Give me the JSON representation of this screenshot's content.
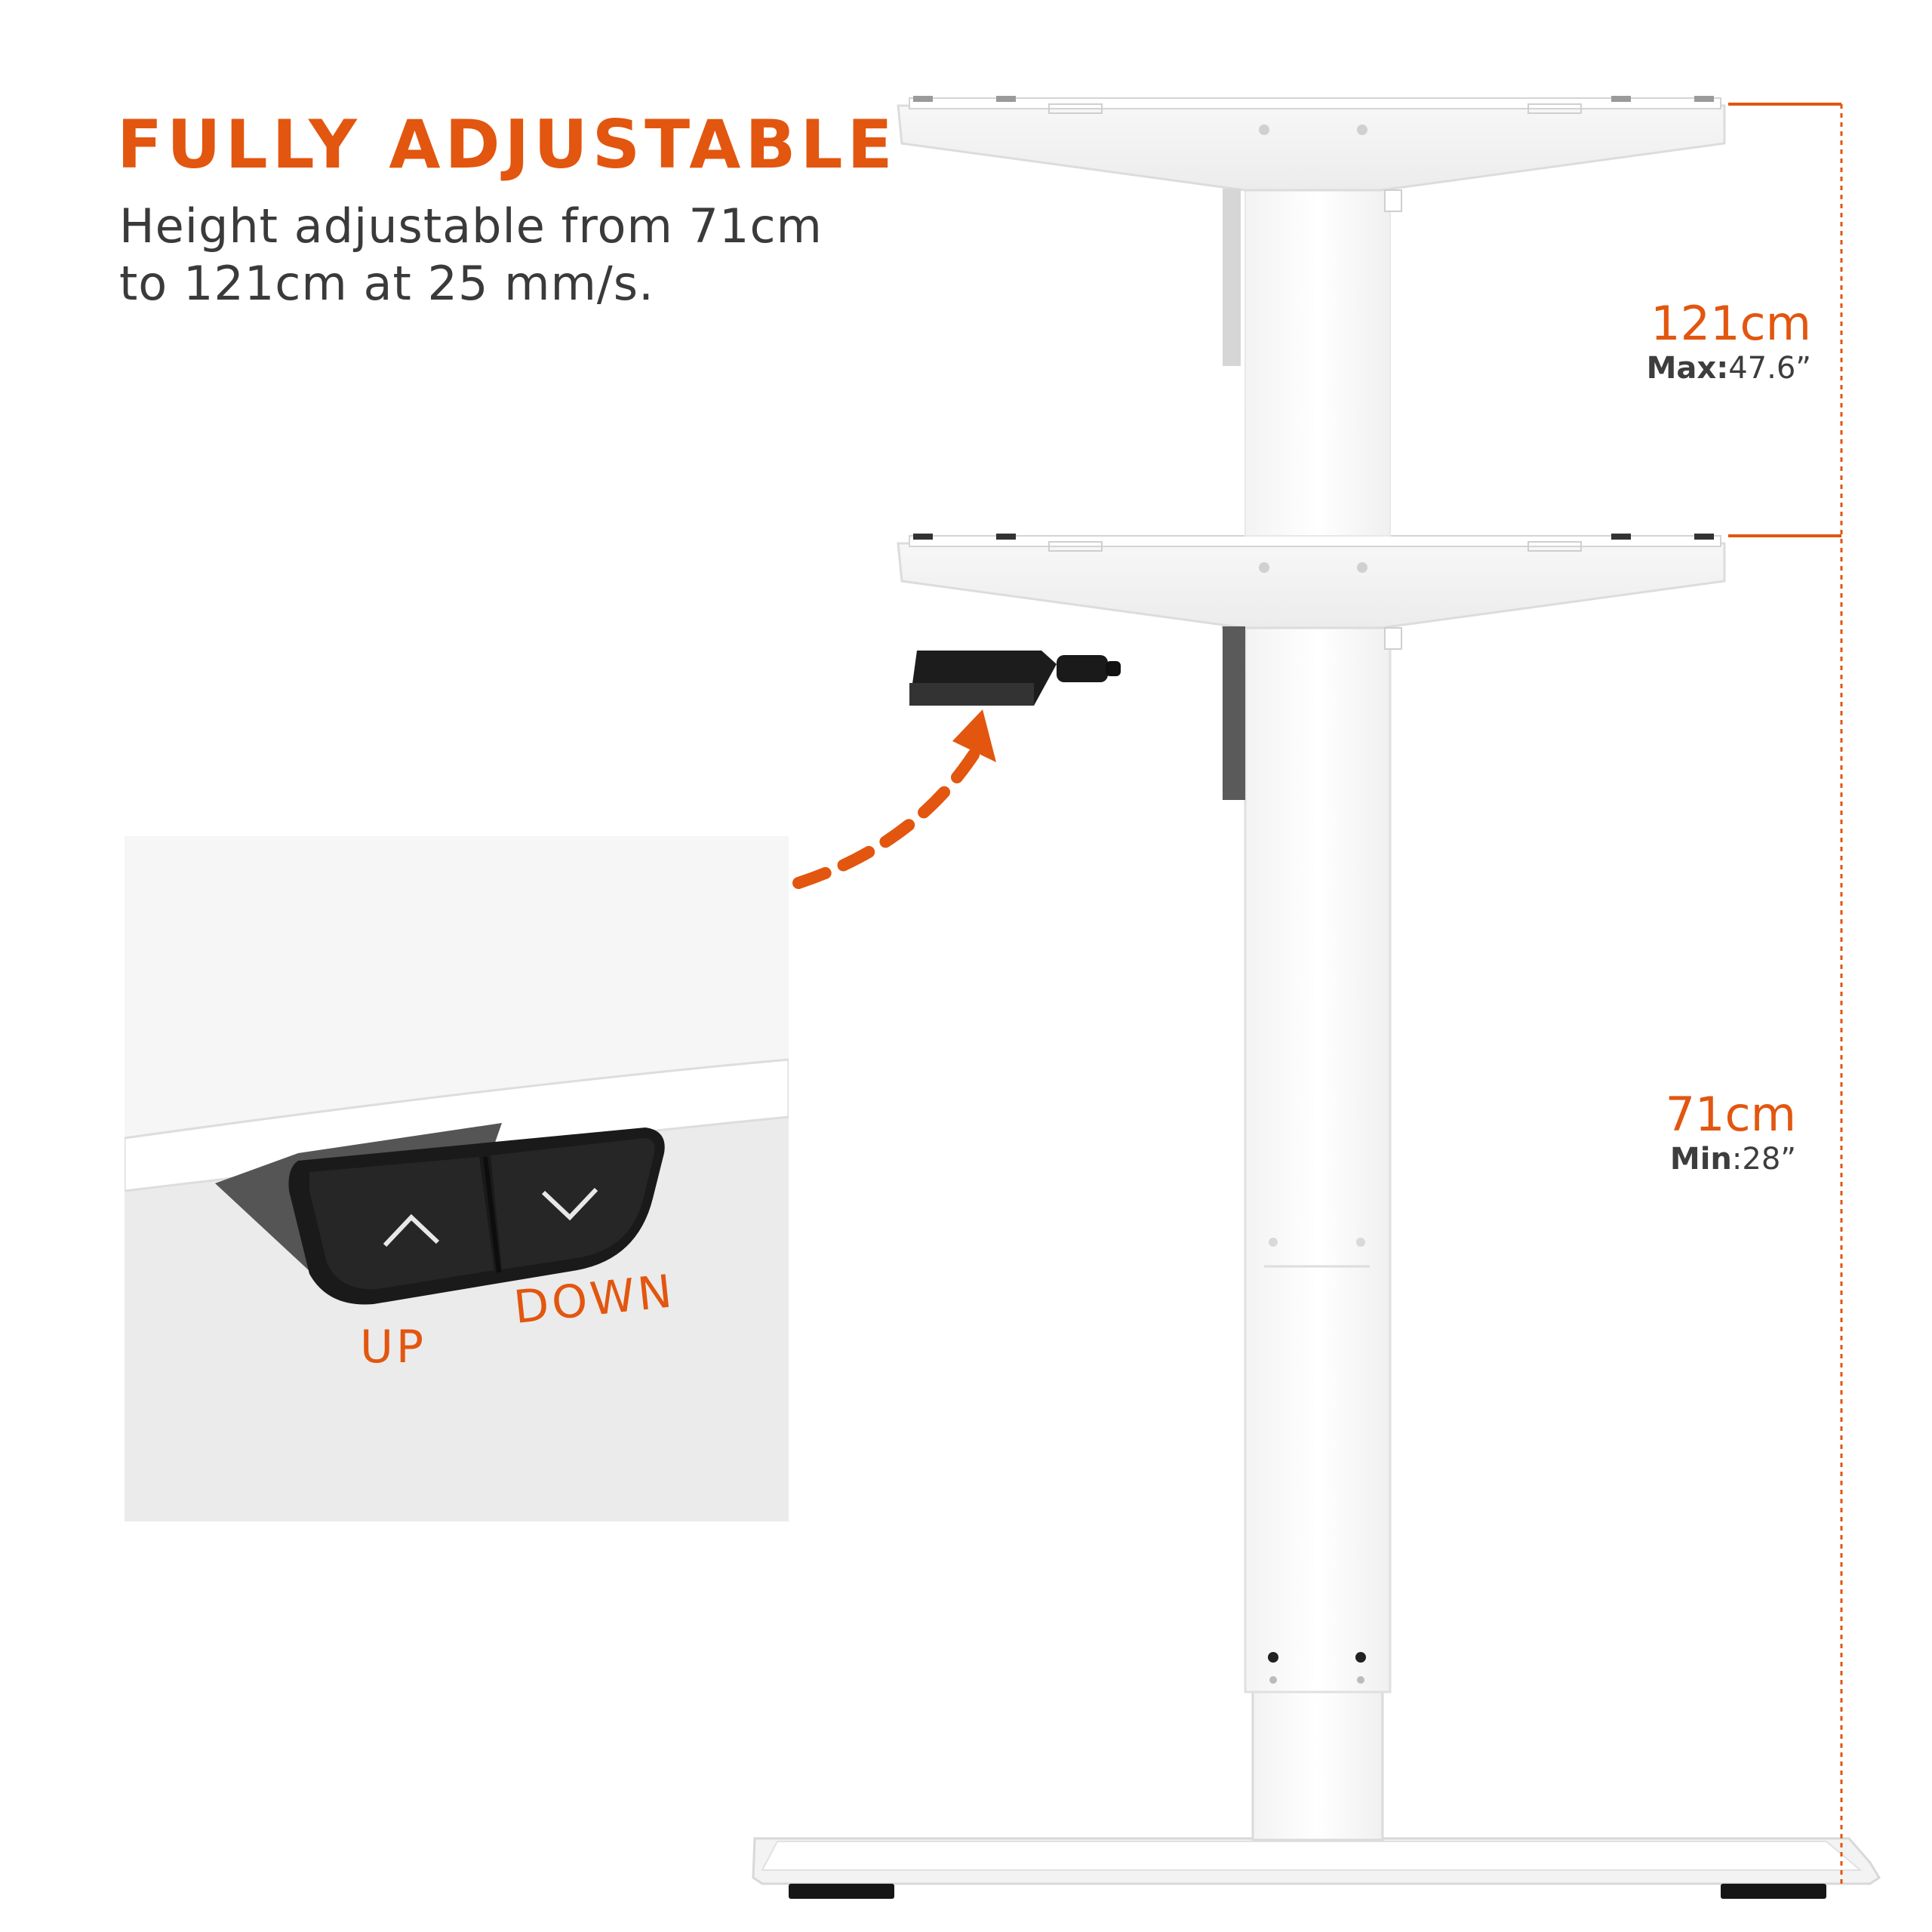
{
  "headline": "FULLY ADJUSTABLE",
  "description_line1": "Height adjustable from 71cm",
  "description_line2": "to 121cm at 25 mm/s.",
  "max_height": {
    "value": "121cm",
    "label": "Max:",
    "imperial": "47.6”"
  },
  "min_height": {
    "value": "71cm",
    "label": "Min",
    "separator": ":",
    "imperial": "28”"
  },
  "controller_buttons": {
    "up": "UP",
    "down": "DOWN"
  },
  "colors": {
    "accent": "#e2560f",
    "text_dark": "#3a3a3a",
    "frame": "#ffffff",
    "panel": "#ebebeb",
    "controller": "#1a1a1a"
  },
  "icons": [
    "up-chevron-icon",
    "down-chevron-icon",
    "dashed-arrow-icon"
  ]
}
